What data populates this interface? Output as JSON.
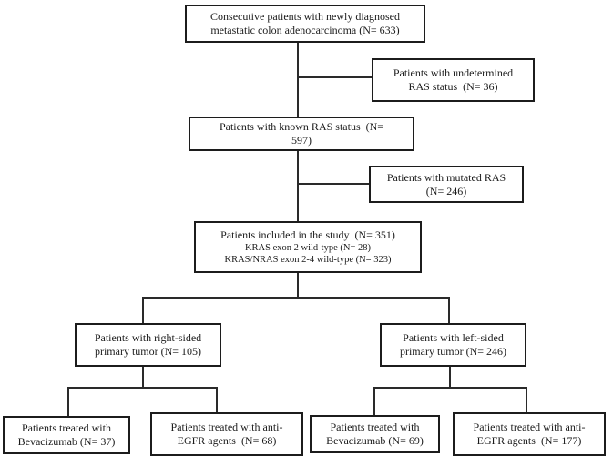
{
  "boxes": {
    "consecutive": {
      "lines": [
        "Consecutive patients with newly diagnosed",
        "metastatic colon adenocarcinoma (N= 633)"
      ]
    },
    "undetermined": {
      "lines": [
        "Patients with undetermined",
        "RAS status  (N= 36)"
      ]
    },
    "known": {
      "lines": [
        "Patients with known RAS status  (N=",
        "597)"
      ]
    },
    "mutated": {
      "lines": [
        "Patients with mutated RAS",
        "(N= 246)"
      ]
    },
    "included": {
      "lines": [
        "Patients included in the study  (N= 351)",
        "KRAS exon 2 wild-type (N= 28)",
        "KRAS/NRAS exon 2-4 wild-type (N= 323)"
      ]
    },
    "right_sided": {
      "lines": [
        "Patients with right-sided",
        "primary tumor (N= 105)"
      ]
    },
    "left_sided": {
      "lines": [
        "Patients with left-sided",
        "primary tumor (N= 246)"
      ]
    },
    "right_bev": {
      "lines": [
        "Patients treated with",
        "Bevacizumab (N= 37)"
      ]
    },
    "right_egfr": {
      "lines": [
        "Patients treated with anti-",
        "EGFR agents  (N= 68)"
      ]
    },
    "left_bev": {
      "lines": [
        "Patients treated with",
        "Bevacizumab (N= 69)"
      ]
    },
    "left_egfr": {
      "lines": [
        "Patients treated with anti-",
        "EGFR agents  (N= 177)"
      ]
    }
  },
  "colors": {
    "border": "#1c1c1c",
    "line": "#2a2a2a",
    "text": "#1a1a1a",
    "background": "#ffffff"
  }
}
